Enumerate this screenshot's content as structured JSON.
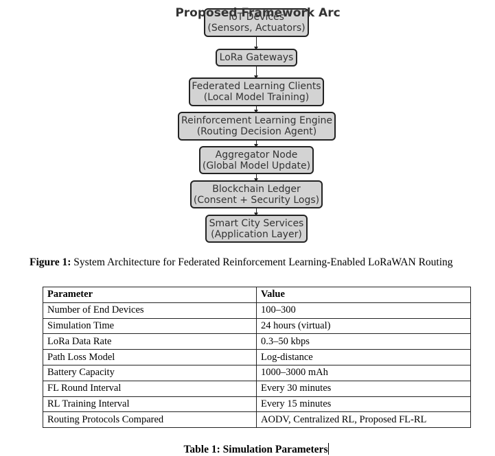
{
  "diagram": {
    "title": "Proposed Framework Arc",
    "nodes": [
      {
        "line1": "IoT Devices",
        "line2": "(Sensors, Actuators)"
      },
      {
        "line1": "LoRa Gateways",
        "line2": ""
      },
      {
        "line1": "Federated Learning Clients",
        "line2": "(Local Model Training)"
      },
      {
        "line1": "Reinforcement Learning Engine",
        "line2": "(Routing Decision Agent)"
      },
      {
        "line1": "Aggregator Node",
        "line2": "(Global Model Update)"
      },
      {
        "line1": "Blockchain Ledger",
        "line2": "(Consent + Security Logs)"
      },
      {
        "line1": "Smart City Services",
        "line2": "(Application Layer)"
      }
    ]
  },
  "figure_caption": {
    "label": "Figure 1:",
    "text": "System Architecture for Federated Reinforcement Learning-Enabled LoRaWAN Routing"
  },
  "table": {
    "headers": [
      "Parameter",
      "Value"
    ],
    "rows": [
      [
        "Number of End Devices",
        "100–300"
      ],
      [
        "Simulation Time",
        "24 hours (virtual)"
      ],
      [
        "LoRa Data Rate",
        "0.3–50 kbps"
      ],
      [
        "Path Loss Model",
        "Log-distance"
      ],
      [
        "Battery Capacity",
        "1000–3000 mAh"
      ],
      [
        "FL Round Interval",
        "Every 30 minutes"
      ],
      [
        "RL Training Interval",
        "Every 15 minutes"
      ],
      [
        "Routing Protocols Compared",
        "AODV, Centralized RL, Proposed FL-RL"
      ]
    ]
  },
  "table_caption": "Table 1: Simulation Parameters"
}
